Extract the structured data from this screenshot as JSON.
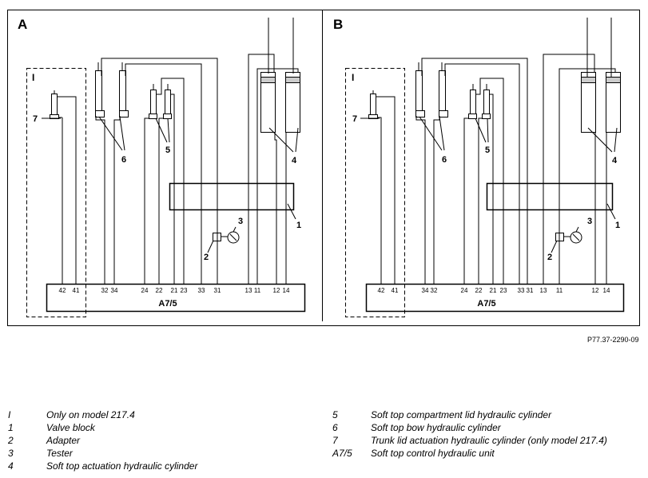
{
  "panels": [
    {
      "label": "A",
      "unit_label": "A7/5",
      "ports": [
        "42",
        "41",
        "32",
        "34",
        "24",
        "22",
        "21",
        "23",
        "33",
        "31",
        "13",
        "11",
        "12",
        "14"
      ]
    },
    {
      "label": "B",
      "unit_label": "A7/5",
      "ports": [
        "42",
        "41",
        "34",
        "32",
        "24",
        "22",
        "21",
        "23",
        "33",
        "31",
        "13",
        "11",
        "12",
        "14"
      ]
    }
  ],
  "callouts": [
    "I",
    "1",
    "2",
    "3",
    "4",
    "5",
    "6",
    "7"
  ],
  "figure_ref": "P77.37-2290-09",
  "legend": {
    "left": [
      {
        "key": "I",
        "text": "Only on model 217.4"
      },
      {
        "key": "1",
        "text": "Valve block"
      },
      {
        "key": "2",
        "text": "Adapter"
      },
      {
        "key": "3",
        "text": "Tester"
      },
      {
        "key": "4",
        "text": "Soft top actuation hydraulic cylinder"
      }
    ],
    "right": [
      {
        "key": "5",
        "text": "Soft top compartment lid hydraulic cylinder"
      },
      {
        "key": "6",
        "text": "Soft top bow hydraulic cylinder"
      },
      {
        "key": "7",
        "text": "Trunk lid actuation hydraulic cylinder (only model 217.4)"
      },
      {
        "key": "A7/5",
        "text": "Soft top control hydraulic unit"
      }
    ]
  }
}
